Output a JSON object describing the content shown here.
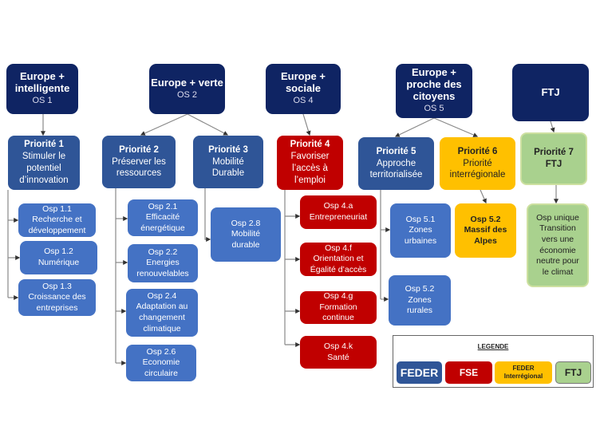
{
  "objectives": [
    {
      "title": "Europe + intelligente",
      "code": "OS 1"
    },
    {
      "title": "Europe + verte",
      "code": "OS 2"
    },
    {
      "title": "Europe + sociale",
      "code": "OS 4"
    },
    {
      "title": "Europe + proche des citoyens",
      "code": "OS 5"
    },
    {
      "title": "FTJ",
      "code": ""
    }
  ],
  "priorities": [
    {
      "title": "Priorité 1",
      "desc": "Stimuler  le potentiel d’innovation"
    },
    {
      "title": "Priorité 2",
      "desc": "Préserver les ressources"
    },
    {
      "title": "Priorité 3",
      "desc": "Mobilité Durable"
    },
    {
      "title": "Priorité 4",
      "desc": "Favoriser l’accès à l’emploi"
    },
    {
      "title": "Priorité 5",
      "desc": "Approche territorialisée"
    },
    {
      "title": "Priorité 6",
      "desc": "Priorité interrégionale"
    },
    {
      "title": "Priorité 7",
      "desc": "FTJ"
    }
  ],
  "osp": [
    {
      "code": "Osp 1.1",
      "label": "Recherche et développement"
    },
    {
      "code": "Osp 1.2",
      "label": "Numérique"
    },
    {
      "code": "Osp 1.3",
      "label": "Croissance des entreprises"
    },
    {
      "code": "Osp 2.1",
      "label": "Efficacité énergétique"
    },
    {
      "code": "Osp 2.2",
      "label": "Energies renouvelables"
    },
    {
      "code": "Osp 2.4",
      "label": "Adaptation au changement climatique"
    },
    {
      "code": "Osp 2.6",
      "label": "Economie circulaire"
    },
    {
      "code": "Osp 2.8",
      "label": "Mobilité durable"
    },
    {
      "code": "Osp 4.a",
      "label": "Entrepreneuriat"
    },
    {
      "code": "Osp 4.f",
      "label": "Orientation et Égalité d’accès"
    },
    {
      "code": "Osp 4.g",
      "label": "Formation continue"
    },
    {
      "code": "Osp 4.k",
      "label": "Santé"
    },
    {
      "code": "Osp 5.1",
      "label": "Zones urbaines"
    },
    {
      "code": "Osp 5.2",
      "label": "Zones rurales"
    },
    {
      "code": "Osp 5.2",
      "label": "Massif des Alpes"
    },
    {
      "code": "Osp unique",
      "label": "Transition vers une économie neutre pour le climat"
    }
  ],
  "legend": {
    "title": "LEGENDE",
    "items": [
      {
        "label": "FEDER",
        "color": "#2f5597"
      },
      {
        "label": "FSE",
        "color": "#c00000"
      },
      {
        "label": "FEDER Interrégional",
        "color": "#ffc000"
      },
      {
        "label": "FTJ",
        "color": "#a9d18e"
      }
    ]
  }
}
